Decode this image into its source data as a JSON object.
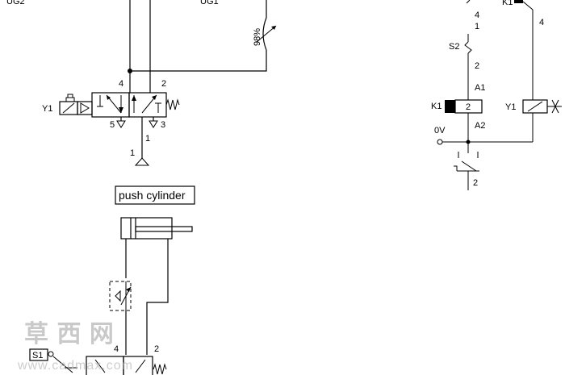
{
  "pneumatic": {
    "label_ug2": "UG2",
    "label_ug1": "UG1",
    "throttle_percent": "98%",
    "valve_solenoid": "Y1",
    "port_4": "4",
    "port_2": "2",
    "port_5": "5",
    "port_3": "3",
    "port_1": "1",
    "port_1b": "1",
    "cylinder_title": "push cylinder",
    "sensor_s1": "S1",
    "lower_port_4": "4",
    "lower_port_2": "2"
  },
  "electrical": {
    "k1_top_label": "K1",
    "contact_4": "4",
    "contact_1": "1",
    "s2_label": "S2",
    "s2_port_2": "2",
    "right_4": "4",
    "coil_a1": "A1",
    "coil_label": "K1",
    "coil_number": "2",
    "coil_a2": "A2",
    "y1_label": "Y1",
    "zero_v": "0V",
    "contact_bottom_2": "2"
  },
  "watermark": {
    "chars": "草 西 网",
    "url": "www.cadmax.com"
  }
}
